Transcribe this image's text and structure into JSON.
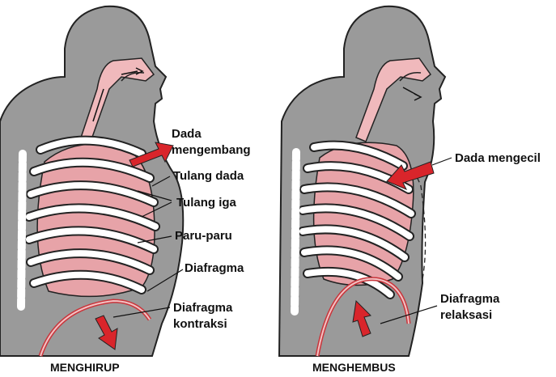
{
  "panels": [
    {
      "caption": "MENGHIRUP",
      "labels": {
        "chest_expand_line1": "Dada",
        "chest_expand_line2": "mengembang",
        "sternum": "Tulang dada",
        "ribs": "Tulang iga",
        "lungs": "Paru-paru",
        "diaphragm": "Diafragma",
        "diaphragm_contract_line1": "Diafragma",
        "diaphragm_contract_line2": "kontraksi"
      }
    },
    {
      "caption": "MENGHEMBUS",
      "labels": {
        "chest_shrink": "Dada mengecil",
        "diaphragm_relax_line1": "Diafragma",
        "diaphragm_relax_line2": "relaksasi"
      }
    }
  ],
  "colors": {
    "body": "#9a9a9a",
    "body_outline": "#222222",
    "lung": "#e7a3a8",
    "airway": "#f0b9bc",
    "arrow": "#d9252b",
    "rib": "#ffffff"
  }
}
